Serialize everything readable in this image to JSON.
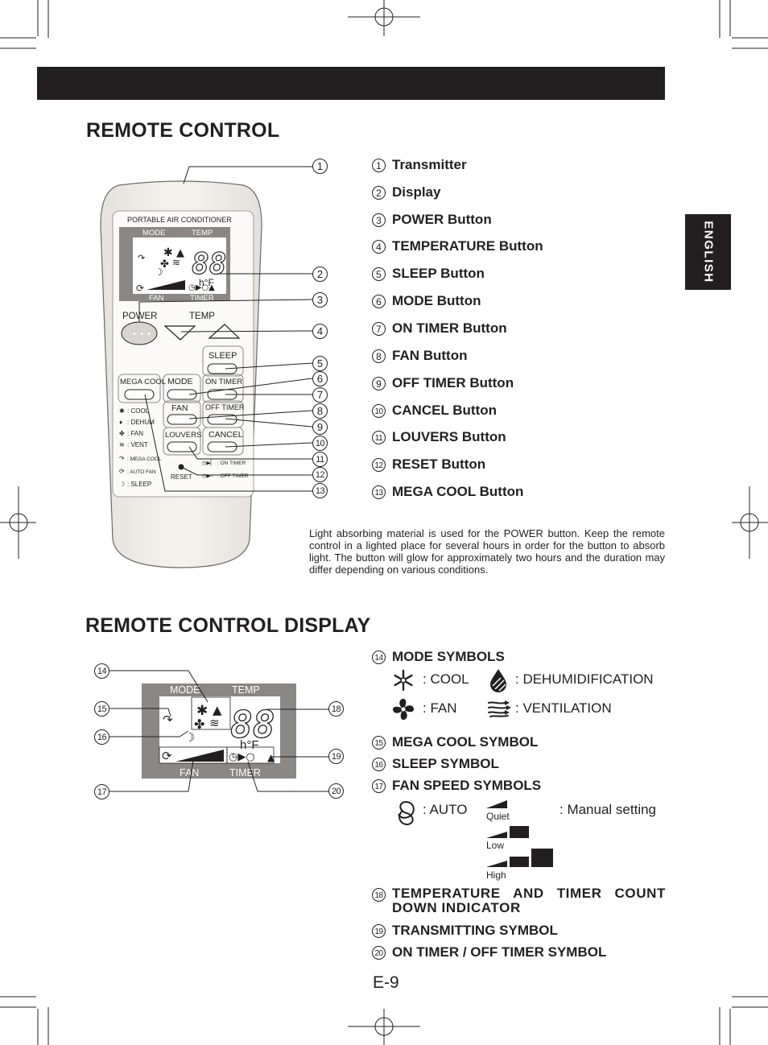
{
  "page": {
    "header_bar": "",
    "language_tab": "ENGLISH",
    "page_number": "E-9"
  },
  "section1": {
    "title": "REMOTE CONTROL",
    "items": [
      {
        "num": "1",
        "label": "Transmitter"
      },
      {
        "num": "2",
        "label": "Display"
      },
      {
        "num": "3",
        "label": "POWER Button"
      },
      {
        "num": "4",
        "label": "TEMPERATURE Button"
      },
      {
        "num": "5",
        "label": "SLEEP Button"
      },
      {
        "num": "6",
        "label": "MODE Button"
      },
      {
        "num": "7",
        "label": "ON TIMER Button"
      },
      {
        "num": "8",
        "label": "FAN Button"
      },
      {
        "num": "9",
        "label": "OFF TIMER Button"
      },
      {
        "num": "10",
        "label": "CANCEL Button"
      },
      {
        "num": "11",
        "label": "LOUVERS Button"
      },
      {
        "num": "12",
        "label": "RESET Button"
      },
      {
        "num": "13",
        "label": "MEGA COOL Button"
      }
    ],
    "note": "Light absorbing material is used for the POWER button. Keep the remote control in a lighted place for several hours in order for the button to absorb light. The button will glow for approximately two hours and the duration may differ depending on various conditions."
  },
  "remote": {
    "brand_label": "PORTABLE AIR CONDITIONER",
    "display_mode": "MODE",
    "display_temp": "TEMP",
    "display_fan": "FAN",
    "display_timer": "TIMER",
    "digits": "88",
    "unit": "h°F",
    "power": "POWER",
    "temp": "TEMP",
    "sleep": "SLEEP",
    "mega_cool": "MEGA COOL",
    "mode": "MODE",
    "on_timer": "ON TIMER",
    "fan": "FAN",
    "off_timer": "OFF TIMER",
    "louvers": "LOUVERS",
    "cancel": "CANCEL",
    "reset": "RESET",
    "legend_cool": ": COOL",
    "legend_dehum": ": DEHUM",
    "legend_fan": ": FAN",
    "legend_vent": ": VENT",
    "legend_mega": ": MEGA COOL",
    "legend_auto": ": AUTO FAN",
    "legend_sleep": ": SLEEP",
    "legend_on_timer": ": ON TIMER",
    "legend_off_timer": ": OFF TIMER"
  },
  "section2": {
    "title": "REMOTE CONTROL DISPLAY",
    "mode_symbols_title": "MODE SYMBOLS",
    "cool": ": COOL",
    "dehumidification": ": DEHUMIDIFICATION",
    "fan": ": FAN",
    "ventilation": ": VENTILATION",
    "items": [
      {
        "num": "14",
        "label": "MODE SYMBOLS"
      },
      {
        "num": "15",
        "label": "MEGA COOL SYMBOL"
      },
      {
        "num": "16",
        "label": "SLEEP SYMBOL"
      },
      {
        "num": "17",
        "label": "FAN SPEED SYMBOLS"
      },
      {
        "num": "18",
        "label": "TEMPERATURE AND TIMER COUNT DOWN INDICATOR"
      },
      {
        "num": "19",
        "label": "TRANSMITTING SYMBOL"
      },
      {
        "num": "20",
        "label": "ON TIMER / OFF TIMER SYMBOL"
      }
    ],
    "auto": ": AUTO",
    "manual": ": Manual setting",
    "quiet": "Quiet",
    "low": "Low",
    "high": "High",
    "display_mode": "MODE",
    "display_temp": "TEMP",
    "display_fan": "FAN",
    "display_timer": "TIMER",
    "digits": "88",
    "unit": "h°F"
  }
}
